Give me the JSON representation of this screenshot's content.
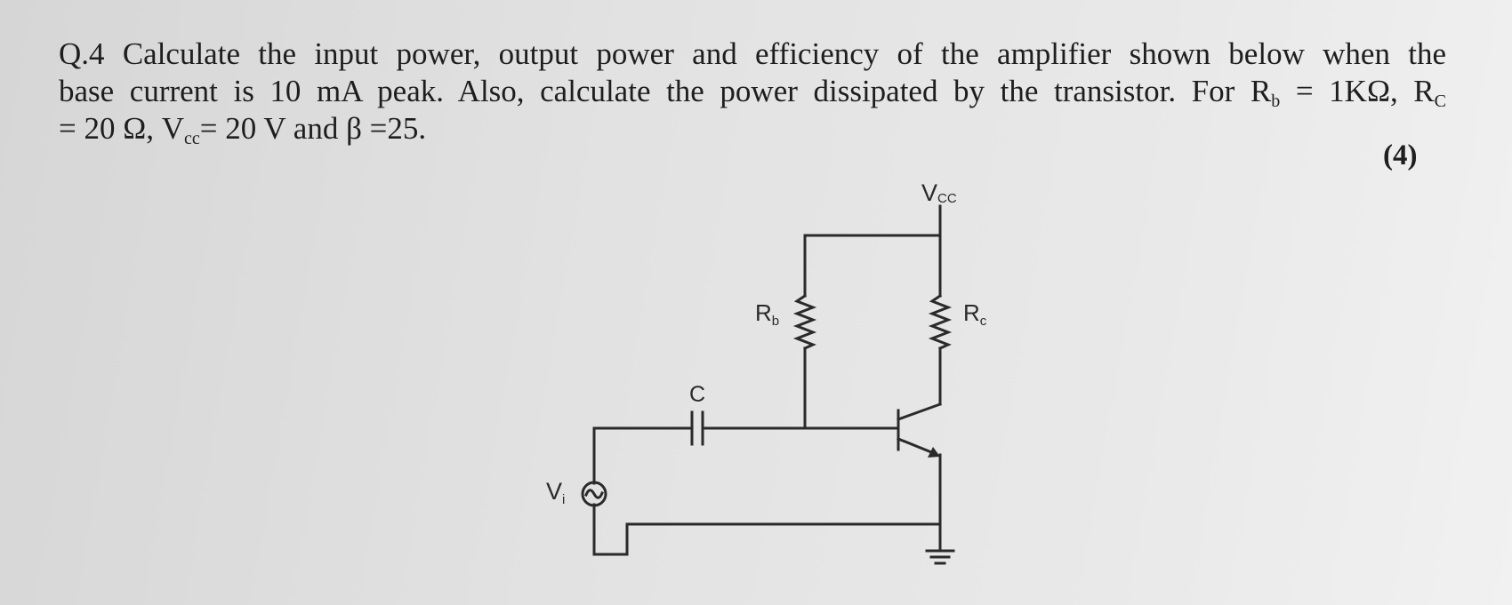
{
  "question": {
    "line1": "Q.4 Calculate the input power, output power and efficiency of the amplifier shown below when the",
    "line2_a": "base current is 10 mA peak. Also, calculate the power dissipated by the transistor. For R",
    "line2_rb_sub": "b",
    "line2_b": " = 1KΩ, R",
    "line2_rc_sub": "C",
    "line3_a": "= 20 Ω, V",
    "line3_sub": "cc",
    "line3_b": "= 20 V and β =25.",
    "marks": "(4)"
  },
  "circuit": {
    "vcc_main": "V",
    "vcc_sub": "CC",
    "rb_main": "R",
    "rb_sub": "b",
    "rc_main": "R",
    "rc_sub": "c",
    "cap_label": "C",
    "vi_main": "V",
    "vi_sub": "i"
  },
  "icons": [
    "resistor-icon",
    "capacitor-icon",
    "ac-source-icon",
    "npn-transistor-icon",
    "ground-icon"
  ]
}
